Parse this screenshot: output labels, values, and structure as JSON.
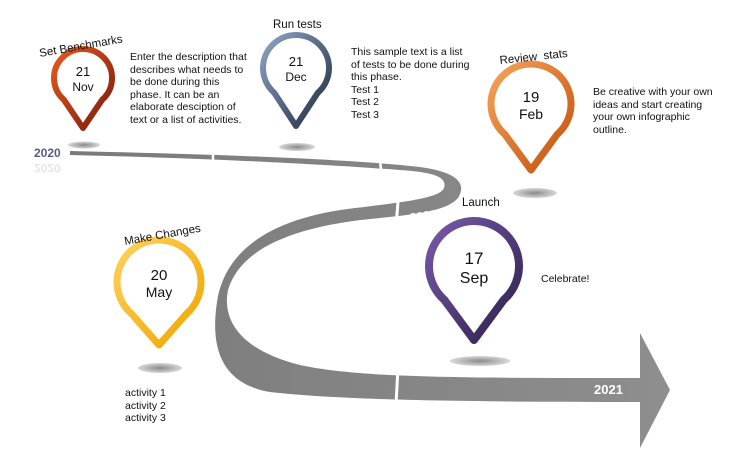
{
  "timeline": {
    "year_start": "2020",
    "year_mid": "2021",
    "year_end": "2021"
  },
  "milestones": [
    {
      "title": "Set Benchmarks",
      "day": "21",
      "month": "Nov",
      "description": "Enter the description that\ndescribes what needs to\nbe done during this\nphase. It can be an\nelaborate desciption of\ntext or a list of activities.",
      "colors": [
        "#e85a1c",
        "#7a1a0e"
      ]
    },
    {
      "title": "Run tests",
      "day": "21",
      "month": "Dec",
      "description": "This sample text is a list\nof tests to be done during\nthis phase.\nTest 1\nTest 2\nTest 3",
      "colors": [
        "#8fa6c4",
        "#1e2a40"
      ]
    },
    {
      "title": "Review  stats",
      "day": "19",
      "month": "Feb",
      "description": "Be creative with your own\nideas and start creating\nyour own infographic\noutline.",
      "colors": [
        "#f7a35a",
        "#c2500a"
      ]
    },
    {
      "title": "Make Changes",
      "day": "20",
      "month": "May",
      "description": "activity 1\nactivity 2\nactivity 3",
      "colors": [
        "#ffd15a",
        "#f0a500"
      ]
    },
    {
      "title": "Launch",
      "day": "17",
      "month": "Sep",
      "description": "Celebrate!",
      "colors": [
        "#7a5aa8",
        "#2a1f4a"
      ]
    }
  ]
}
